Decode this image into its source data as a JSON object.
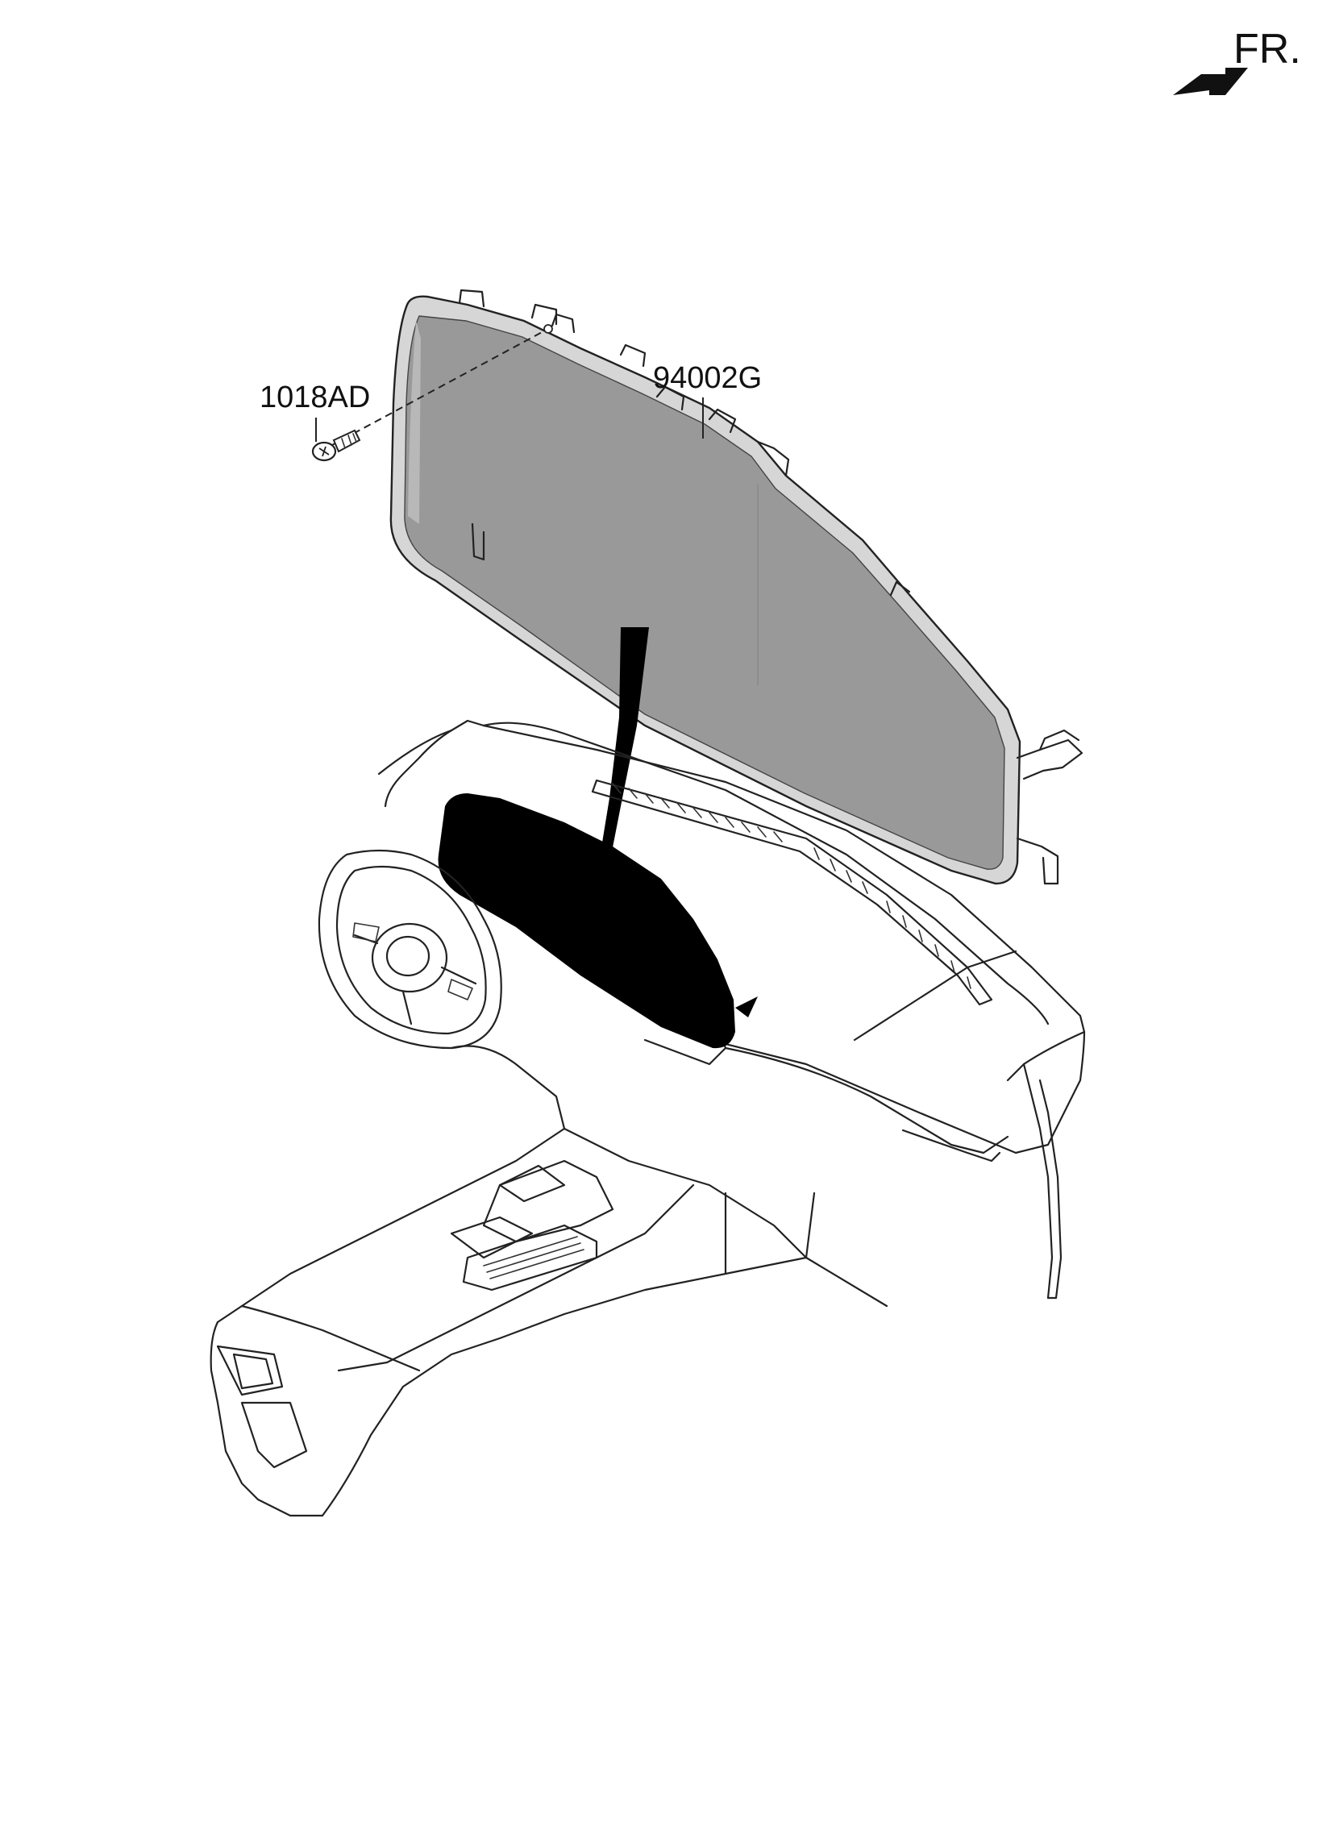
{
  "orientation": {
    "label": "FR.",
    "icon": "front-direction-arrow-icon"
  },
  "parts": [
    {
      "part_number": "1018AD"
    },
    {
      "part_number": "94002G"
    }
  ],
  "colors": {
    "cluster_fill": "#999999",
    "cluster_rim": "#d6d6d6",
    "installed_cluster": "#000000",
    "line": "#222222"
  }
}
